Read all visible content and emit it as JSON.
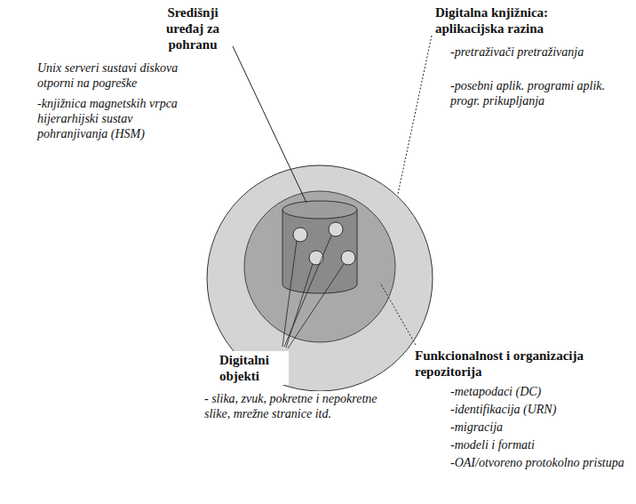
{
  "diagram": {
    "labels": [
      "Središnji uređaj za pohranu",
      "Unix serveri sustavi diskova otporni na pogreške",
      "-knjižnica magnetskih vrpca hijerarhijski sustav pohranjivanja (HSM)",
      "Digitalna knjižnica: aplikacijska razina",
      "-pretraživači pretraživanja",
      "-posebni aplik. programi aplik. progr. prikupljanja",
      "Digitalni objekti",
      "- slika, zvuk, pokretne i nepokretne slike, mrežne stranice itd.",
      "Funkcionalnost i organizacija repozitorija",
      "-metapodaci (DC)",
      "-identifikacija (URN)",
      "-migracija",
      "-modeli i formati",
      "-OAI/otvoreno protokolno pristupa"
    ]
  }
}
